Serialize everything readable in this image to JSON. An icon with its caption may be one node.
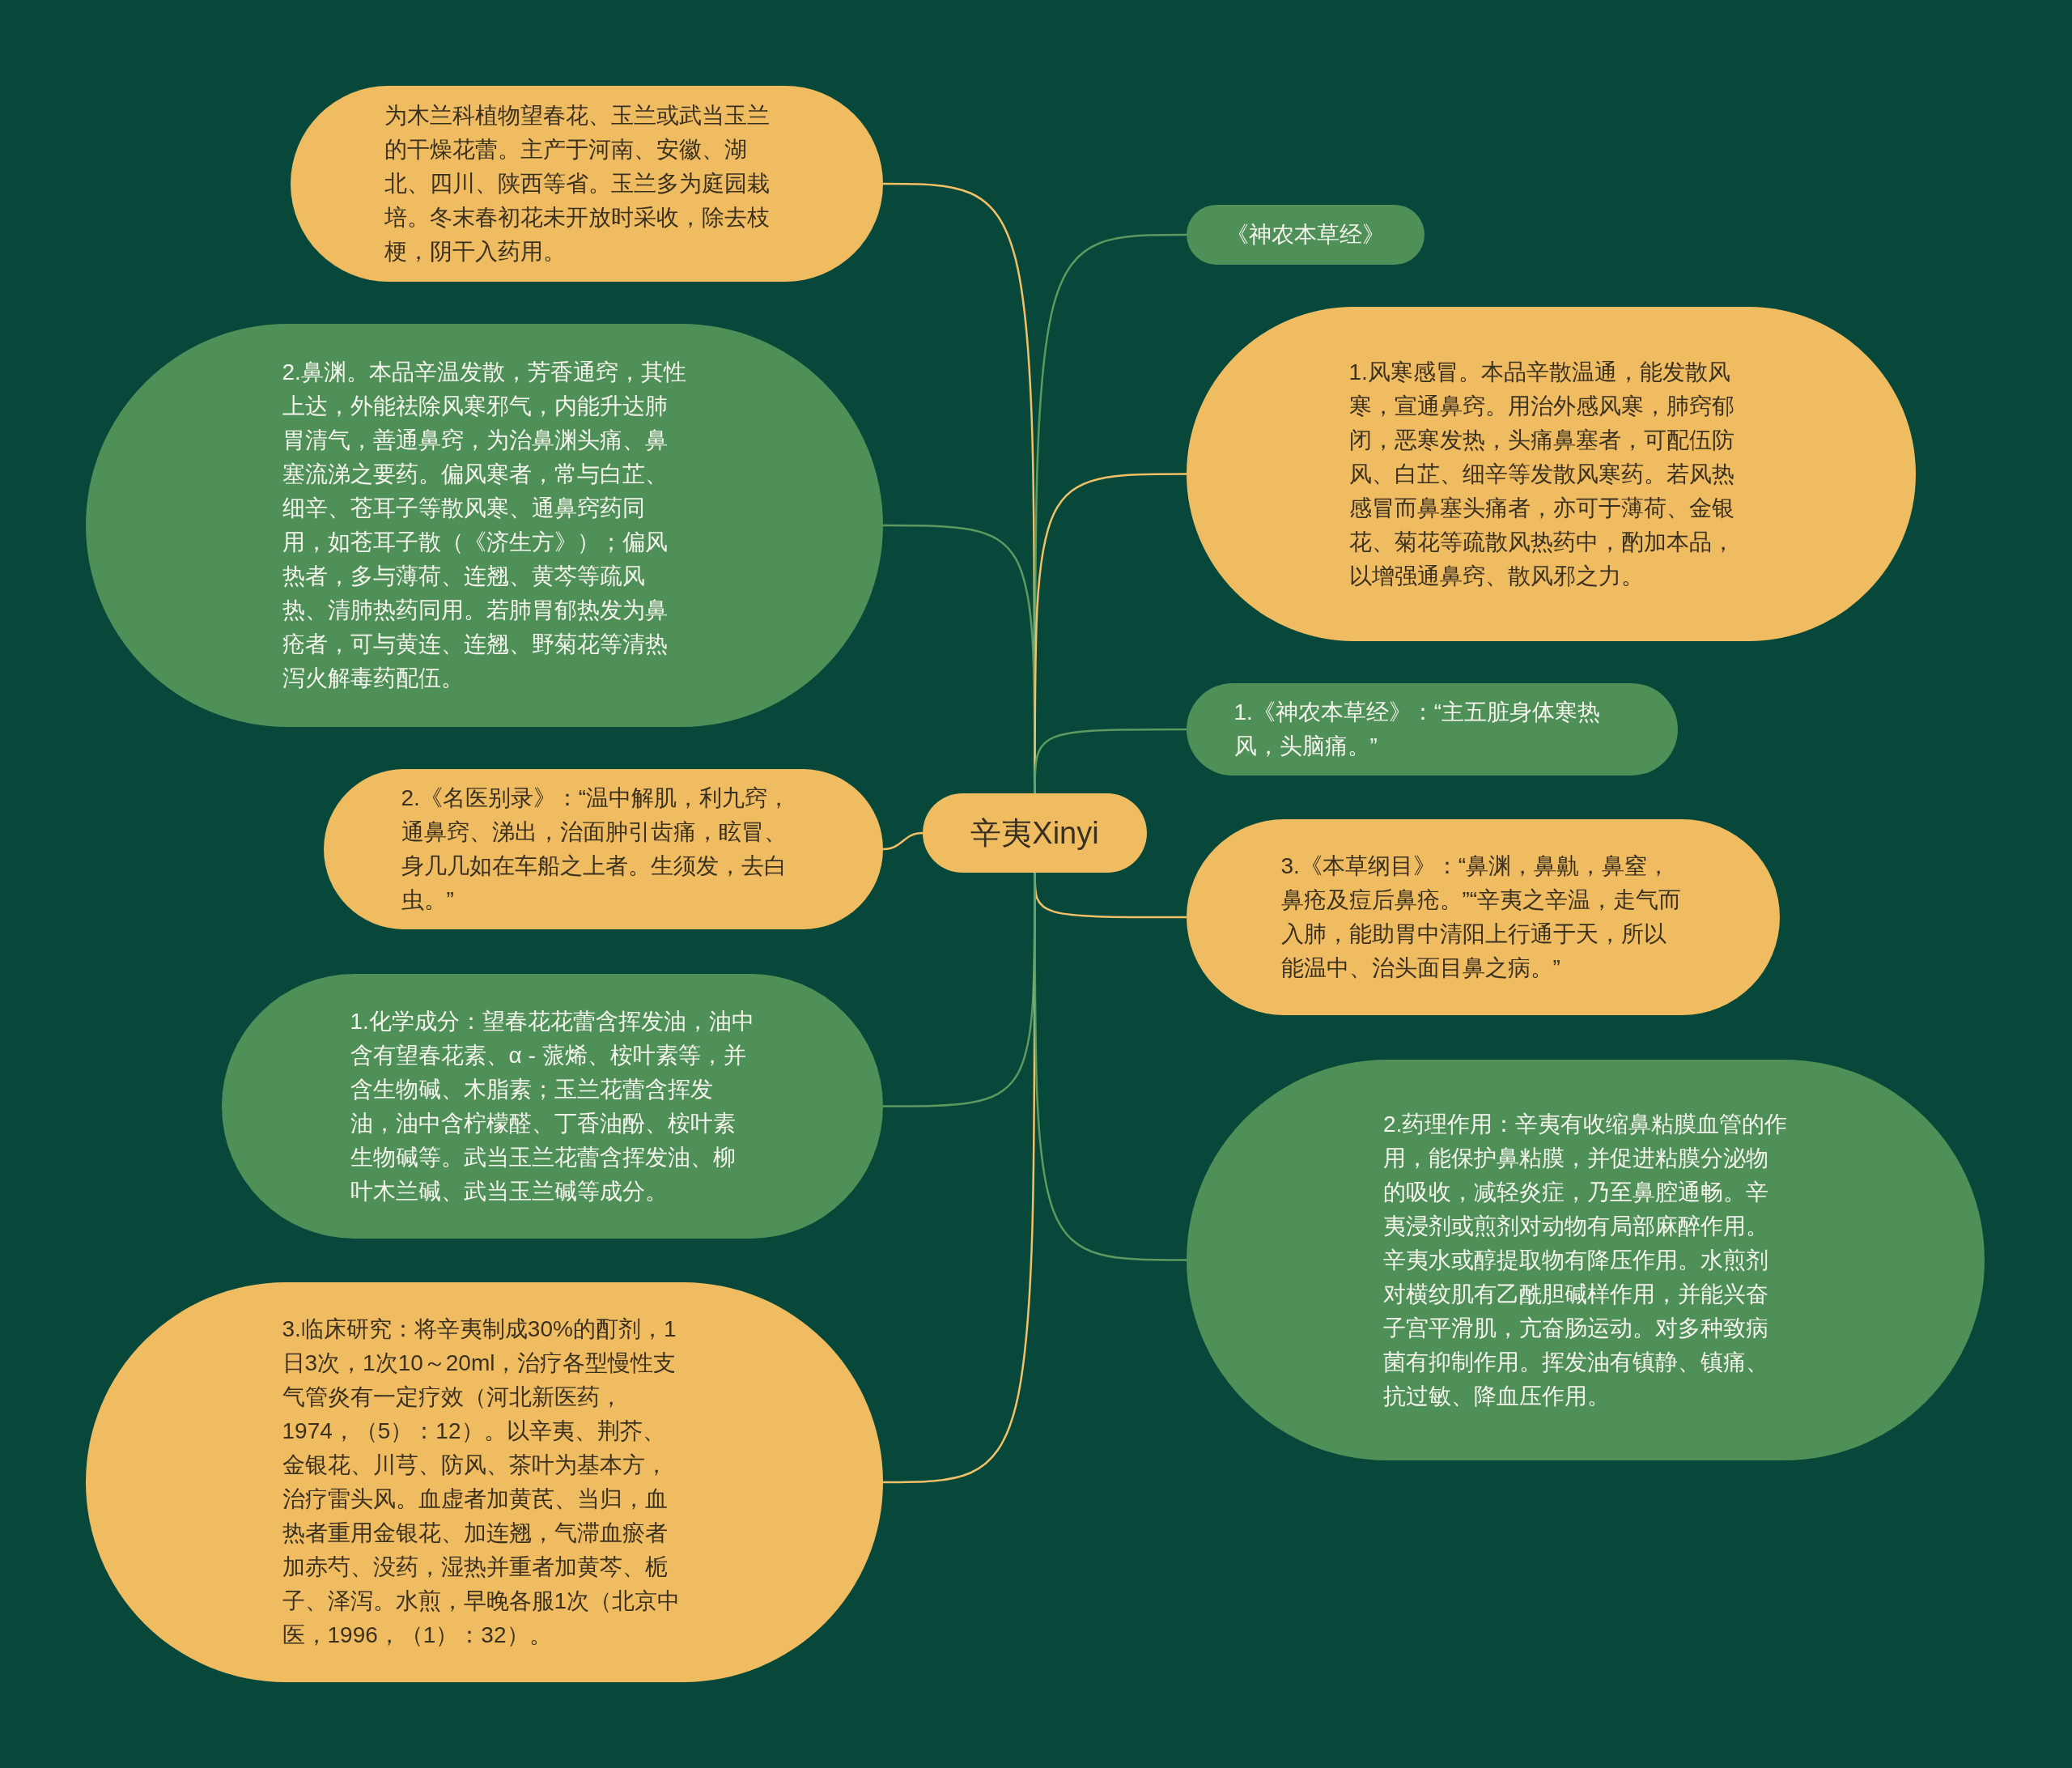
{
  "diagram": {
    "nodes": [
      {
        "text": [
          "辛夷Xinyi"
        ]
      },
      {
        "text": [
          "为木兰科植物望春花、玉兰或武当玉兰的干燥花蕾。主产于河南、安徽、湖北、四川、陕西等省。玉兰多为庭园栽培。冬末春初花未开放时采收，除去枝梗，阴干入药用。"
        ]
      },
      {
        "text": [
          "2.鼻渊。本品辛温发散，芳香通窍，其性上达，外能祛除风寒邪气，内能升达肺胃清气，善通鼻窍，为治鼻渊头痛、鼻塞流涕之要药。偏风寒者，常与白芷、细辛、苍耳子等散风寒、通鼻窍药同用，如苍耳子散（《济生方》）；偏风热者，多与薄荷、连翘、黄芩等疏风热、清肺热药同用。若肺胃郁热发为鼻疮者，可与黄连、连翘、野菊花等清热泻火解毒药配伍。"
        ]
      },
      {
        "text": [
          "2.《名医别录》：“温中解肌，利九窍，通鼻窍、涕出，治面肿引齿痛，眩冒、身几几如在车船之上者。生须发，去白虫。”"
        ]
      },
      {
        "text": [
          "1.化学成分：望春花花蕾含挥发油，油中含有望春花素、α - 蒎烯、桉叶素等，并含生物碱、木脂素；玉兰花蕾含挥发油，油中含柠檬醛、丁香油酚、桉叶素生物碱等。武当玉兰花蕾含挥发油、柳叶木兰碱、武当玉兰碱等成分。"
        ]
      },
      {
        "text": [
          "3.临床研究：将辛夷制成30%的酊剂，1日3次，1次10～20ml，治疗各型慢性支气管炎有一定疗效（河北新医药，1974，（5）：12）。以辛夷、荆芥、金银花、川芎、防风、茶叶为基本方，治疗雷头风。血虚者加黄芪、当归，血热者重用金银花、加连翘，气滞血瘀者加赤芍、没药，湿热并重者加黄芩、栀子、泽泻。水煎，早晚各服1次（北京中医，1996，（1）：32）。"
        ]
      },
      {
        "text": [
          "《神农本草经》"
        ]
      },
      {
        "text": [
          "1.风寒感冒。本品辛散温通，能发散风寒，宣通鼻窍。用治外感风寒，肺窍郁闭，恶寒发热，头痛鼻塞者，可配伍防风、白芷、细辛等发散风寒药。若风热感冒而鼻塞头痛者，亦可于薄荷、金银花、菊花等疏散风热药中，酌加本品，以增强通鼻窍、散风邪之力。"
        ]
      },
      {
        "text": [
          "1.《神农本草经》：“主五脏身体寒热风，头脑痛。”"
        ]
      },
      {
        "text": [
          "3.《本草纲目》：“鼻渊，鼻鼽，鼻窒，鼻疮及痘后鼻疮。”“辛夷之辛温，走气而入肺，能助胃中清阳上行通于天，所以能温中、治头面目鼻之病。”"
        ]
      },
      {
        "text": [
          "2.药理作用：辛夷有收缩鼻粘膜血管的作用，能保护鼻粘膜，并促进粘膜分泌物的吸收，减轻炎症，乃至鼻腔通畅。辛夷浸剂或煎剂对动物有局部麻醉作用。辛夷水或醇提取物有降压作用。水煎剂对横纹肌有乙酰胆碱样作用，并能兴奋子宫平滑肌，亢奋肠运动。对多种致病菌有抑制作用。挥发油有镇静、镇痛、抗过敏、降血压作用。"
        ]
      }
    ],
    "edges": [
      {
        "from": 0,
        "to": 1,
        "arrow": "none",
        "color": "#f2c066"
      },
      {
        "from": 0,
        "to": 2,
        "arrow": "none",
        "color": "#5c9a60"
      },
      {
        "from": 0,
        "to": 3,
        "arrow": "none",
        "color": "#f2c066"
      },
      {
        "from": 0,
        "to": 4,
        "arrow": "none",
        "color": "#5c9a60"
      },
      {
        "from": 0,
        "to": 5,
        "arrow": "none",
        "color": "#f2c066"
      },
      {
        "from": 0,
        "to": 6,
        "arrow": "none",
        "color": "#5c9a60"
      },
      {
        "from": 0,
        "to": 7,
        "arrow": "none",
        "color": "#f2c066"
      },
      {
        "from": 0,
        "to": 8,
        "arrow": "none",
        "color": "#5c9a60"
      },
      {
        "from": 0,
        "to": 9,
        "arrow": "none",
        "color": "#f2c066"
      },
      {
        "from": 0,
        "to": 10,
        "arrow": "none",
        "color": "#5c9a60"
      }
    ]
  }
}
